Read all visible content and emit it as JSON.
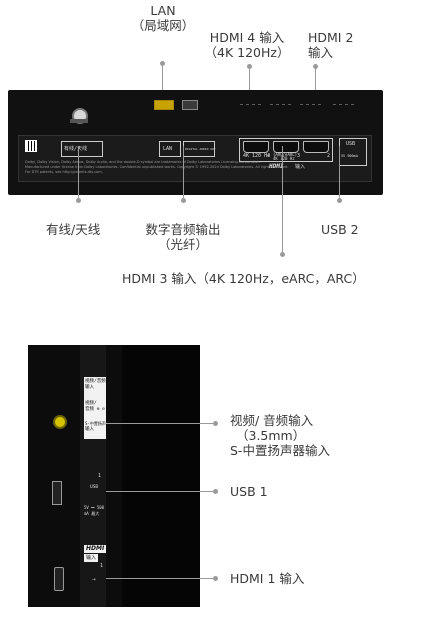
{
  "top_labels": {
    "lan": [
      "LAN",
      "（局域网）"
    ],
    "hdmi4": [
      "HDMI 4 输入",
      "（4K 120Hz）"
    ],
    "hdmi2": [
      "HDMI 2",
      "输入"
    ],
    "antenna": "有线/天线",
    "optical": [
      "数字音频输出",
      "（光纤）"
    ],
    "usb2": "USB 2",
    "hdmi3": "HDMI 3 输入（4K 120Hz，eARC，ARC）"
  },
  "panel_top_text": {
    "hdmi_4k_120": "4K 120 Hz",
    "earc": "(ARC/eARC)",
    "earc_line2": "4K 120 Hz",
    "hdmi_logo": "HDMI",
    "input_zh": "输入",
    "port_1": "4",
    "port_2": "3",
    "port_3": "2",
    "lan_box": "LAN",
    "optical_box": "DIGITAL AUDIO OUT",
    "antenna_box": "有线/天线",
    "usb_box": "USB",
    "usb_spec": "5V 900mA",
    "license": "Dolby, Dolby Vision, Dolby Atmos, Dolby Audio, and the double-D symbol are trademarks of Dolby Laboratories Licensing Corporation.",
    "license2": "Manufactured under license from Dolby Laboratories. Confidential unpublished works. Copyright © 1992-2024 Dolby Laboratories. All rights reserved.",
    "dts": "For DTS patents, see http://patents.dts.com."
  },
  "side_labels": {
    "av": [
      "视频/ 音频输入",
      "（3.5mm）",
      "S-中置扬声器输入"
    ],
    "usb1": "USB 1",
    "hdmi1": "HDMI 1 输入"
  },
  "panel_side_text": {
    "av_box_1": "视频/音频",
    "av_box_2": "输入",
    "av_box_3": "视频/",
    "av_box_4": "音频 ⊕ ⊖",
    "av_box_5": "S-中置扬声器",
    "av_box_6": "输入",
    "usb_text": "USB",
    "usb_spec": "5V ⎓ 500 mA 最大",
    "hdmi_logo": "HDMI",
    "hdmi_in": "输入",
    "hdmi_num": "1"
  }
}
